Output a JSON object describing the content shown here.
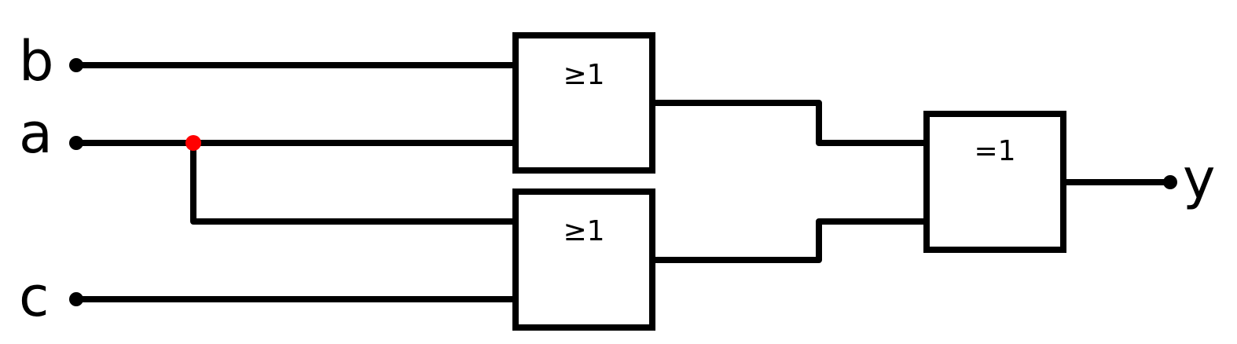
{
  "inputs": {
    "b": "b",
    "a": "a",
    "c": "c"
  },
  "output": {
    "y": "y"
  },
  "gates": {
    "or_top": "≥1",
    "or_bottom": "≥1",
    "xor": "=1"
  },
  "colors": {
    "wire": "#000000",
    "junction": "#ff0000"
  }
}
